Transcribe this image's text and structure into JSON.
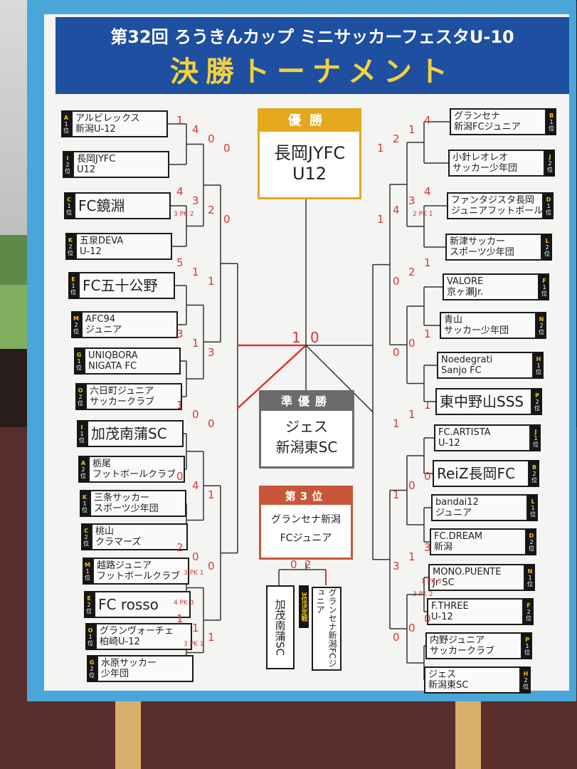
{
  "header": {
    "line1": "第32回 ろうきんカップ ミニサッカーフェスタU-10",
    "line2": "決勝トーナメント"
  },
  "left_teams": [
    {
      "group": "A",
      "rank": "1",
      "line1": "アルビレックス",
      "line2": "新潟U-12"
    },
    {
      "group": "I",
      "rank": "2",
      "line1": "長岡JYFC",
      "line2": "U12"
    },
    {
      "group": "C",
      "rank": "1",
      "line1": "FC鏡淵",
      "line2": ""
    },
    {
      "group": "K",
      "rank": "2",
      "line1": "五泉DEVA",
      "line2": "U-12"
    },
    {
      "group": "E",
      "rank": "1",
      "line1": "FC五十公野",
      "line2": ""
    },
    {
      "group": "M",
      "rank": "2",
      "line1": "AFC94",
      "line2": "ジュニア"
    },
    {
      "group": "G",
      "rank": "1",
      "line1": "UNIQBORA",
      "line2": "NIGATA FC"
    },
    {
      "group": "O",
      "rank": "2",
      "line1": "六日町ジュニア",
      "line2": "サッカークラブ"
    },
    {
      "group": "I",
      "rank": "1",
      "line1": "加茂南蒲SC",
      "line2": ""
    },
    {
      "group": "A",
      "rank": "2",
      "line1": "栃尾",
      "line2": "フットボールクラブ"
    },
    {
      "group": "K",
      "rank": "1",
      "line1": "三条サッカー",
      "line2": "スポーツ少年団"
    },
    {
      "group": "C",
      "rank": "2",
      "line1": "桃山",
      "line2": "クラマーズ"
    },
    {
      "group": "M",
      "rank": "1",
      "line1": "越路ジュニア",
      "line2": "フットボールクラブ"
    },
    {
      "group": "E",
      "rank": "2",
      "line1": "FC rosso",
      "line2": ""
    },
    {
      "group": "O",
      "rank": "1",
      "line1": "グランヴォーチェ",
      "line2": "柏崎U-12"
    },
    {
      "group": "G",
      "rank": "2",
      "line1": "水原サッカー",
      "line2": "少年団"
    }
  ],
  "right_teams": [
    {
      "group": "B",
      "rank": "1",
      "line1": "グランセナ",
      "line2": "新潟FCジュニア"
    },
    {
      "group": "J",
      "rank": "2",
      "line1": "小針レオレオ",
      "line2": "サッカー少年団"
    },
    {
      "group": "D",
      "rank": "1",
      "line1": "ファンタジスタ長岡",
      "line2": "ジュニアフットボールクラブ"
    },
    {
      "group": "L",
      "rank": "2",
      "line1": "新津サッカー",
      "line2": "スポーツ少年団"
    },
    {
      "group": "F",
      "rank": "1",
      "line1": "VALORE",
      "line2": "京ヶ瀬Jr."
    },
    {
      "group": "N",
      "rank": "2",
      "line1": "青山",
      "line2": "サッカー少年団"
    },
    {
      "group": "H",
      "rank": "1",
      "line1": "Noedegrati",
      "line2": "Sanjo FC"
    },
    {
      "group": "P",
      "rank": "2",
      "line1": "東中野山SSS",
      "line2": ""
    },
    {
      "group": "J",
      "rank": "1",
      "line1": "FC.ARTISTA",
      "line2": "U-12"
    },
    {
      "group": "B",
      "rank": "2",
      "line1": "ReiZ長岡FC",
      "line2": ""
    },
    {
      "group": "L",
      "rank": "1",
      "line1": "bandai12",
      "line2": "ジュニア"
    },
    {
      "group": "D",
      "rank": "2",
      "line1": "FC.DREAM",
      "line2": "新潟"
    },
    {
      "group": "N",
      "rank": "1",
      "line1": "MONO.PUENTE",
      "line2": "Jr SC"
    },
    {
      "group": "F",
      "rank": "2",
      "line1": "F.THREE",
      "line2": "U-12"
    },
    {
      "group": "P",
      "rank": "1",
      "line1": "内野ジュニア",
      "line2": "サッカークラブ"
    },
    {
      "group": "H",
      "rank": "2",
      "line1": "ジェス",
      "line2": "新潟東SC"
    }
  ],
  "rank_suffix": "位",
  "champion": {
    "title": "優勝",
    "line1": "長岡JYFC",
    "line2": "U12"
  },
  "runner_up": {
    "title": "準優勝",
    "line1": "ジェス",
    "line2": "新潟東SC"
  },
  "third": {
    "title": "第3位",
    "line1": "グランセナ新潟",
    "line2": "FCジュニア"
  },
  "third_place_match": {
    "label": "3位決定戦",
    "left_team": "加茂南蒲SC",
    "right_team": "グランセナ新潟FCジュニア",
    "left_score": "0",
    "right_score": "2"
  },
  "final": {
    "left_score": "1",
    "right_score": "0"
  },
  "colors": {
    "board": "#4aa6d9",
    "header": "#1e4fa0",
    "title_yellow": "#f3d23a",
    "champion": "#e3a81c",
    "runner_up": "#6b6b6b",
    "third": "#c8573a",
    "winner_line": "#d33"
  },
  "left_scores": [
    "1",
    "4",
    "5",
    "3",
    "1",
    "0",
    "2",
    "1",
    "4",
    "3",
    "1",
    "1",
    "0",
    "4",
    "0",
    "1",
    "0",
    "2",
    "1",
    "3",
    "0",
    "1",
    "0",
    "1",
    "0",
    "0"
  ],
  "right_scores": [
    "4",
    "4",
    "1",
    "1",
    "1",
    "0",
    "3",
    "0",
    "1",
    "3",
    "2",
    "0",
    "1",
    "0",
    "1",
    "0",
    "2",
    "4",
    "0",
    "0",
    "1",
    "1",
    "3",
    "0",
    "1",
    "1"
  ],
  "pk_notes": [
    "3 PK 2",
    "3 PK 1",
    "4 PK 3",
    "3 PK 1",
    "2 PK 1",
    "1 PK 3",
    "3 PK 2"
  ]
}
